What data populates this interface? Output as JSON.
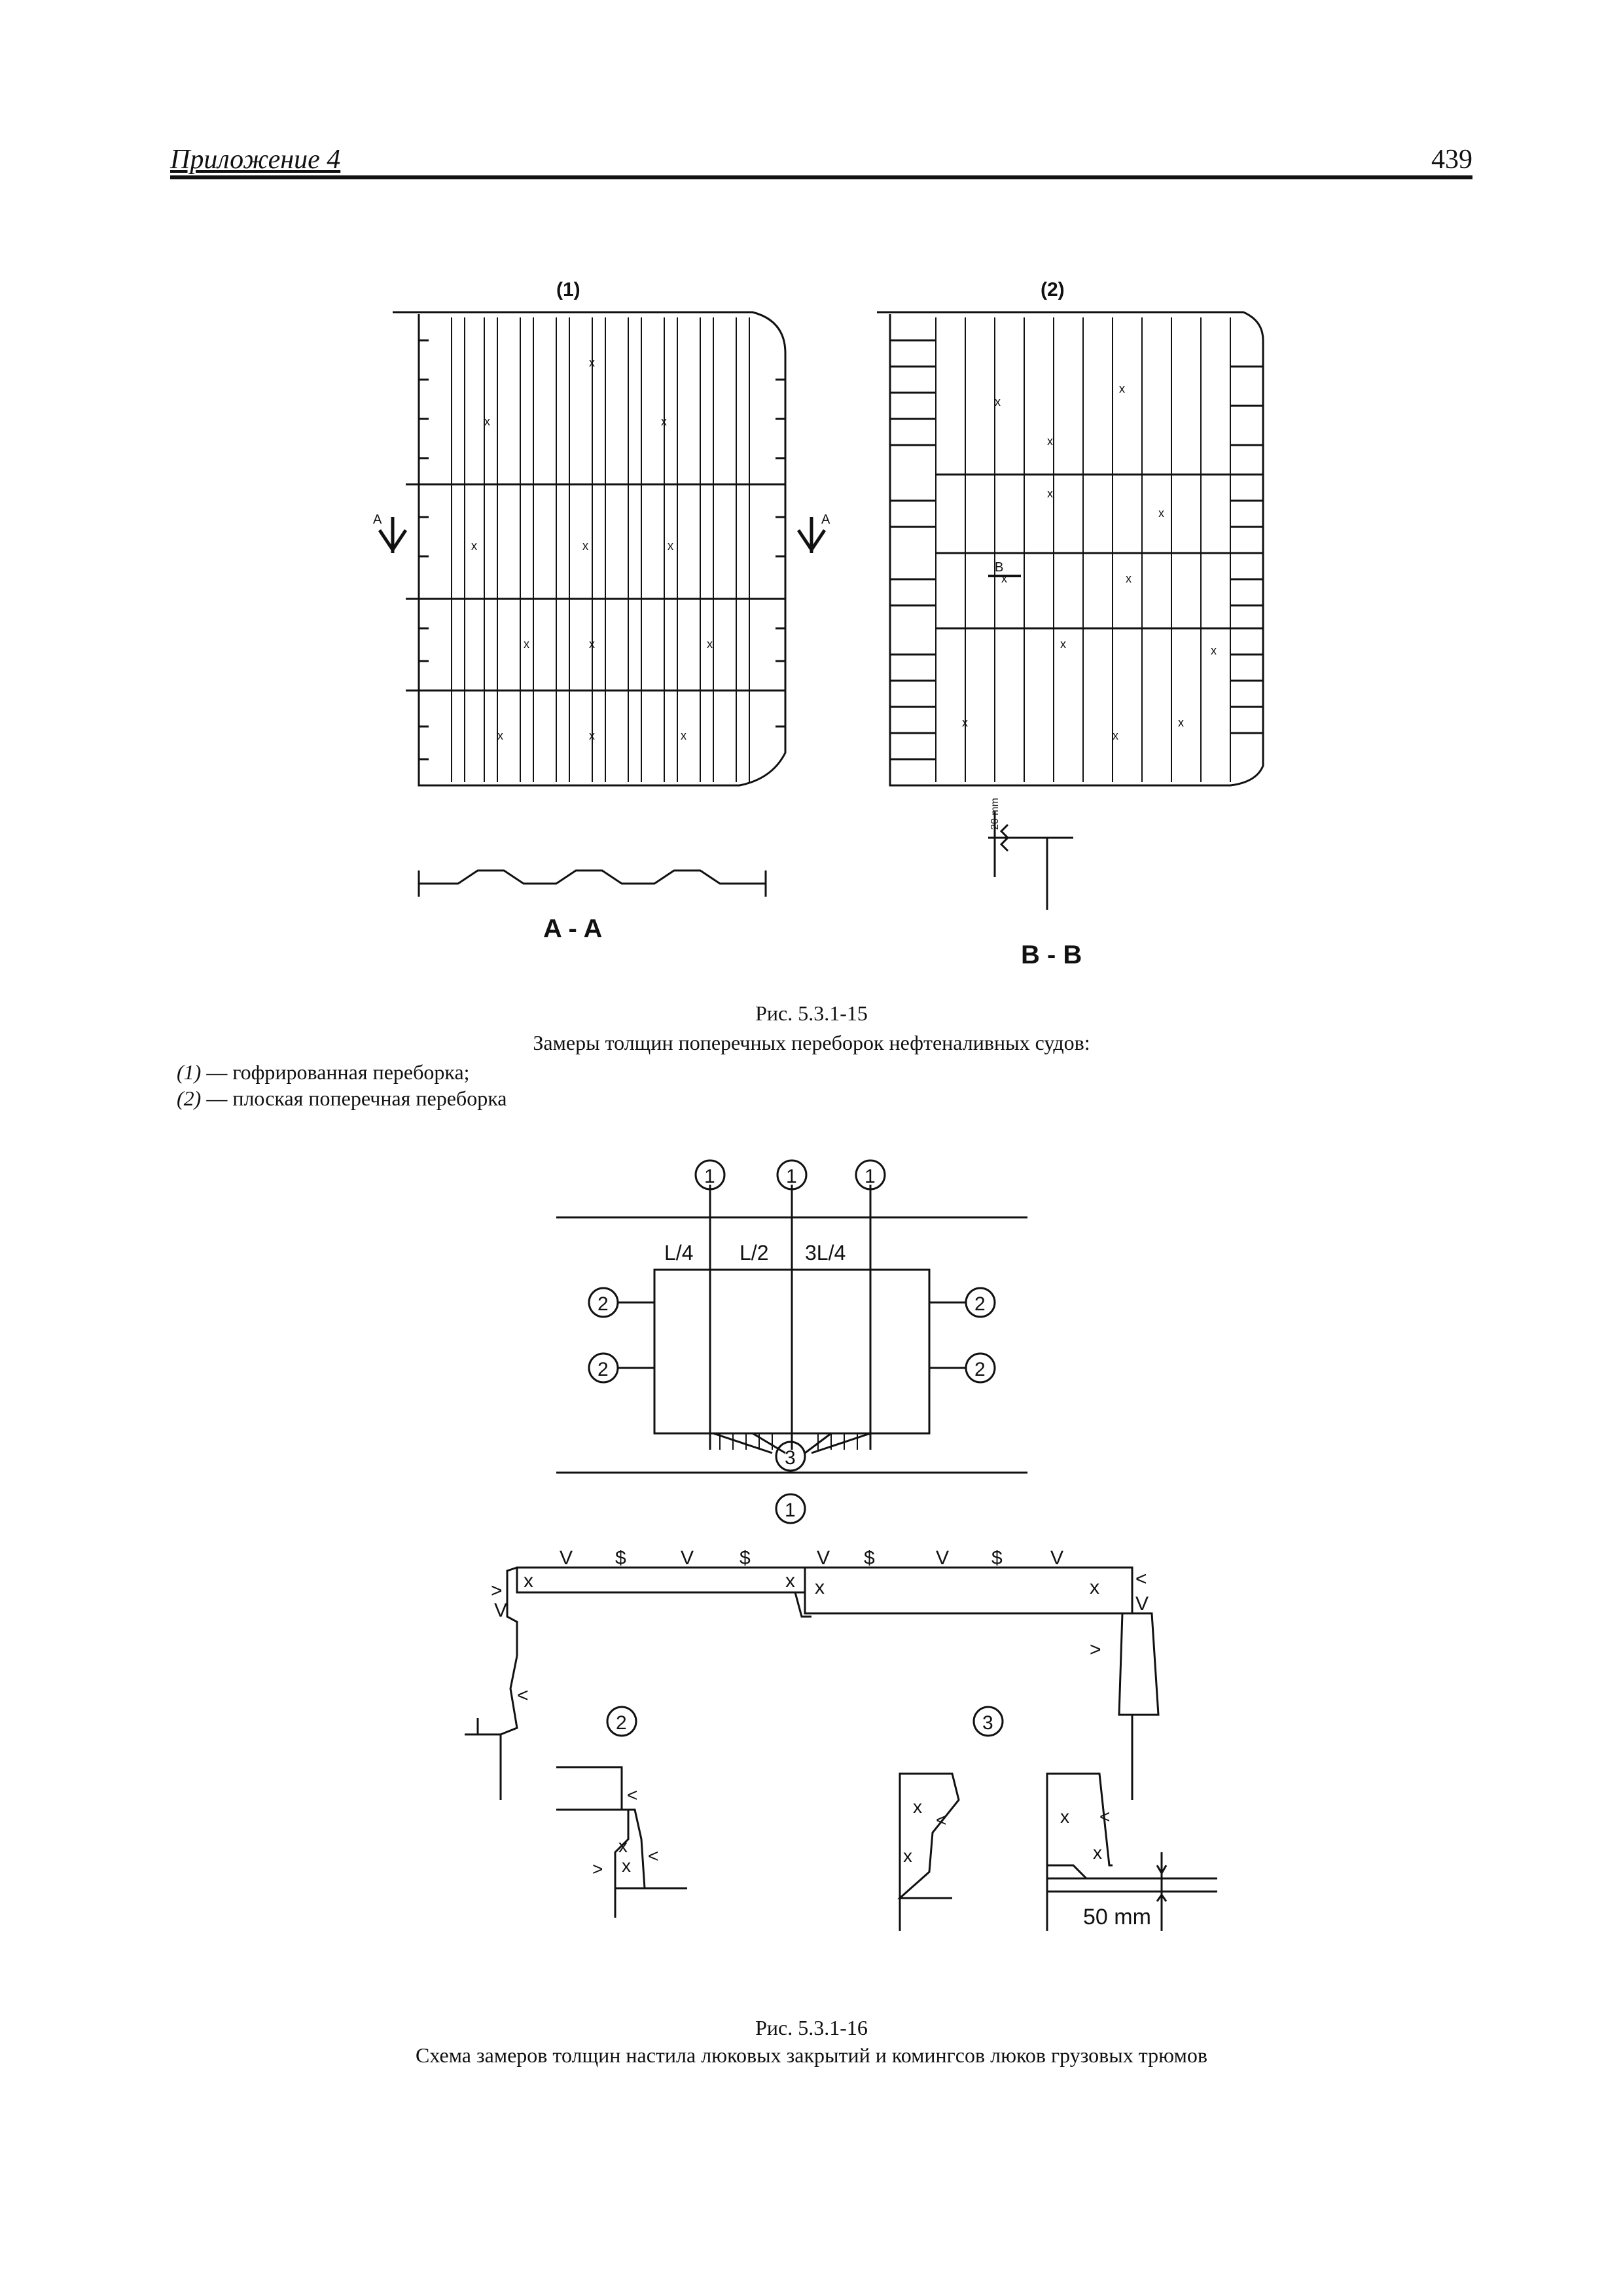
{
  "header": {
    "title": "Приложение 4",
    "page_number": "439"
  },
  "fig15": {
    "panel1_label": "(1)",
    "panel2_label": "(2)",
    "section_aa": "A - A",
    "section_bb": "B - B",
    "arrow_a": "A",
    "arrow_b": "B",
    "dim_label": "20 mm",
    "caption_number": "Рис. 5.3.1-15",
    "caption_text": "Замеры толщин поперечных переборок нефтеналивных судов:",
    "legend": [
      {
        "key": "(1)",
        "text": " — гофрированная переборка;"
      },
      {
        "key": "(2)",
        "text": " — плоская поперечная переборка"
      }
    ]
  },
  "fig16": {
    "marker_1": "1",
    "marker_2": "2",
    "marker_3": "3",
    "col_labels": [
      "L/4",
      "L/2",
      "3L/4"
    ],
    "sym_v": "V",
    "sym_s": "$",
    "sym_x": "x",
    "sym_lt": "<",
    "sym_gt": ">",
    "dim_50": "50 mm",
    "caption_number": "Рис. 5.3.1-16",
    "caption_text": "Схема замеров толщин настила люковых закрытий и комингсов люков грузовых трюмов"
  }
}
